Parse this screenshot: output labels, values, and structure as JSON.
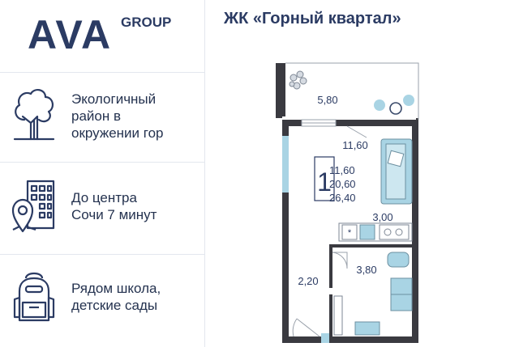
{
  "brand": {
    "name": "AVA",
    "suffix": "GROUP"
  },
  "project_title": "ЖК «Горный квартал»",
  "features": [
    {
      "icon": "tree-icon",
      "line1": "Экологичный",
      "line2": "район в",
      "line3": "окружении гор"
    },
    {
      "icon": "city-location-icon",
      "line1": "До центра",
      "line2": "Сочи 7 минут"
    },
    {
      "icon": "backpack-icon",
      "line1": "Рядом школа,",
      "line2": "детские сады"
    }
  ],
  "floorplan": {
    "rooms_count": "1",
    "living_area": "11,60",
    "living_total": "20,60",
    "total_area": "26,40",
    "balcony_area": "5,80",
    "room_area": "11,60",
    "kitchen_area": "3,00",
    "bath_area": "3,80",
    "hall_area": "2,20"
  },
  "colors": {
    "brand": "#2b3b63",
    "wall": "#3a3a40",
    "furniture": "#a9d4e4",
    "text": "#24324f"
  }
}
